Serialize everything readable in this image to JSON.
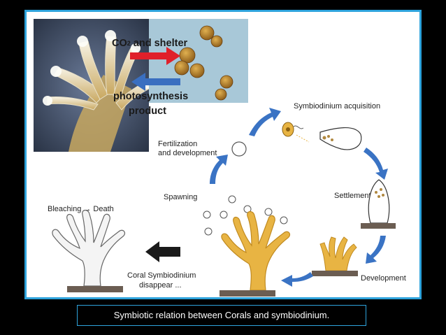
{
  "caption": "Symbiotic relation between Corals and symbiodinium.",
  "photo_labels": {
    "co2_prefix": "CO",
    "co2_sub": "2",
    "co2_suffix": " and shelter",
    "photosynthesis": "photosynthesis",
    "product": "product"
  },
  "cycle_labels": {
    "acquisition": "Symbiodinium acquisition",
    "fertilization_1": "Fertilization",
    "fertilization_2": "and development",
    "settlement": "Settlement",
    "spawning": "Spawning",
    "development": "Development",
    "bleaching": "Bleaching → Death",
    "disappear_1": "Coral Symbiodinium",
    "disappear_2": "disappear ..."
  },
  "colors": {
    "frame_border": "#2ea3dc",
    "arrow_red": "#e0202a",
    "arrow_blue": "#3a6fc0",
    "cycle_arrow": "#3a73c4",
    "coral_yellow": "#e8b443",
    "bleached_coral": "#f4f4f4",
    "ground": "#6b5d52",
    "black_arrow": "#1a1a1a"
  }
}
